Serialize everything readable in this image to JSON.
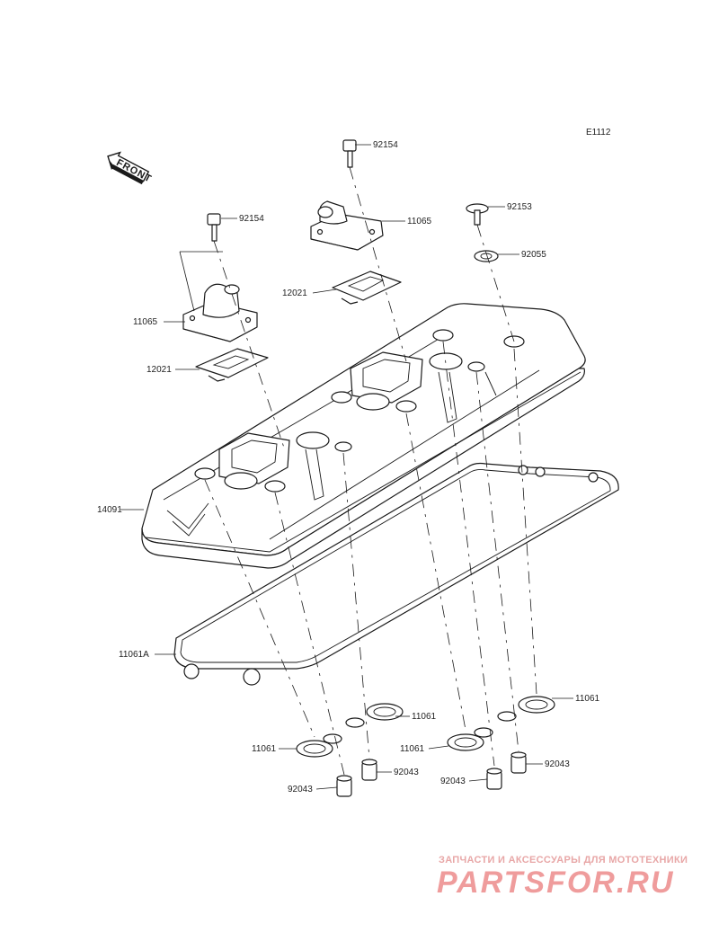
{
  "diagram_code": "E1112",
  "front_label": "FRONT",
  "parts": [
    {
      "id": "bolt-top-center",
      "number": "92154"
    },
    {
      "id": "cap-right",
      "number": "11065"
    },
    {
      "id": "bolt-left",
      "number": "92154"
    },
    {
      "id": "bolt-right",
      "number": "92153"
    },
    {
      "id": "washer-right",
      "number": "92055"
    },
    {
      "id": "plate-right",
      "number": "12021"
    },
    {
      "id": "cap-left",
      "number": "11065"
    },
    {
      "id": "plate-left",
      "number": "12021"
    },
    {
      "id": "cylinder-head-cover",
      "number": "14091"
    },
    {
      "id": "gasket-main",
      "number": "11061A"
    },
    {
      "id": "gasket-ring-mid",
      "number": "11061"
    },
    {
      "id": "gasket-ring-right",
      "number": "11061"
    },
    {
      "id": "gasket-ring-left",
      "number": "11061"
    },
    {
      "id": "gasket-ring-center",
      "number": "11061"
    },
    {
      "id": "collar-mid",
      "number": "92043"
    },
    {
      "id": "collar-right",
      "number": "92043"
    },
    {
      "id": "collar-left",
      "number": "92043"
    },
    {
      "id": "collar-center",
      "number": "92043"
    }
  ],
  "watermark": {
    "subtitle": "ЗАПЧАСТИ И АКСЕССУАРЫ ДЛЯ МОТОТЕХНИКИ",
    "brand": "PARTSFOR.RU"
  }
}
